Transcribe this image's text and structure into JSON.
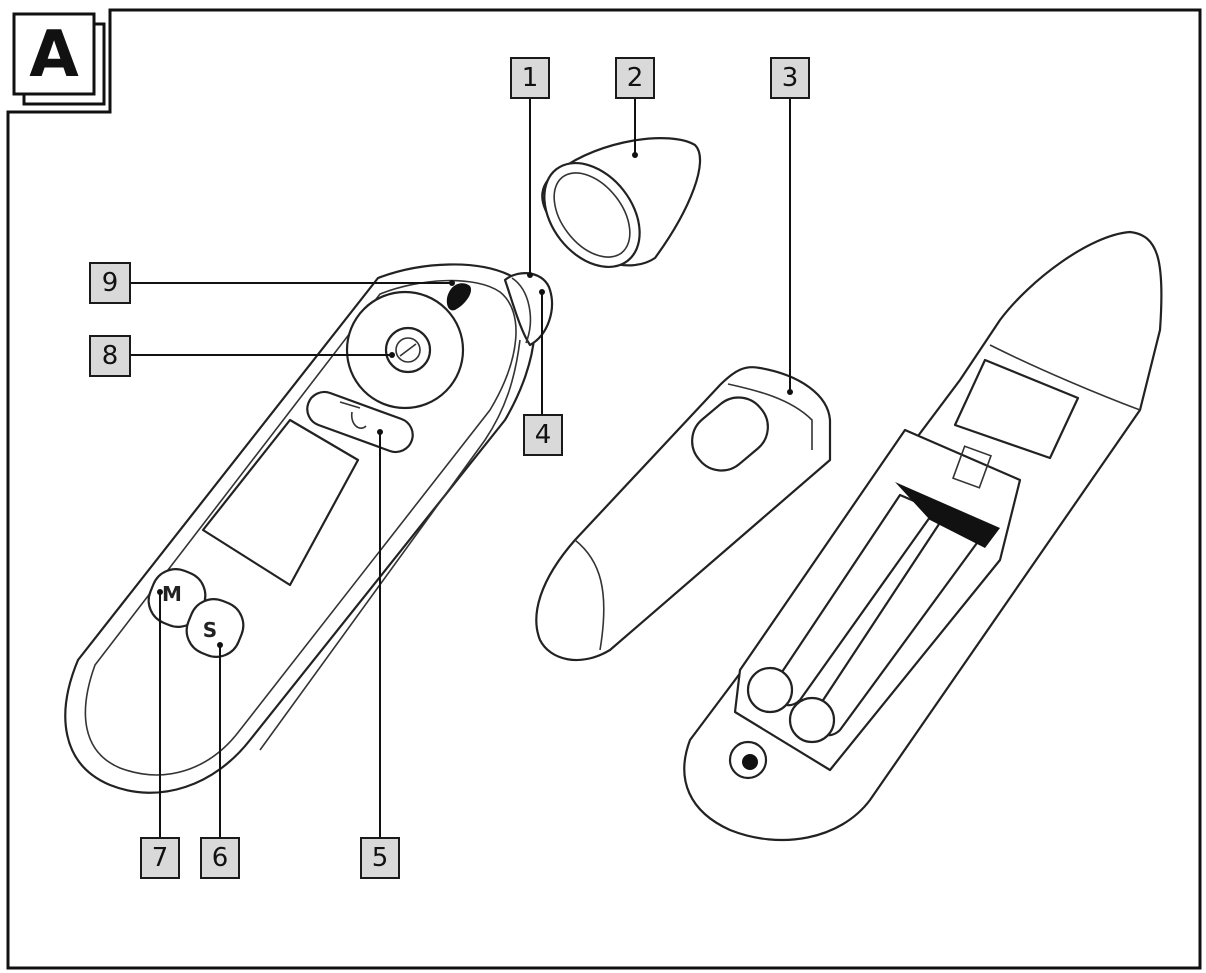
{
  "figure": {
    "panel_label": "A",
    "button_labels": {
      "memory": "M",
      "scan": "S"
    },
    "callouts": [
      {
        "id": "c1",
        "text": "1"
      },
      {
        "id": "c2",
        "text": "2"
      },
      {
        "id": "c3",
        "text": "3"
      },
      {
        "id": "c4",
        "text": "4"
      },
      {
        "id": "c5",
        "text": "5"
      },
      {
        "id": "c6",
        "text": "6"
      },
      {
        "id": "c7",
        "text": "7"
      },
      {
        "id": "c8",
        "text": "8"
      },
      {
        "id": "c9",
        "text": "9"
      }
    ]
  }
}
